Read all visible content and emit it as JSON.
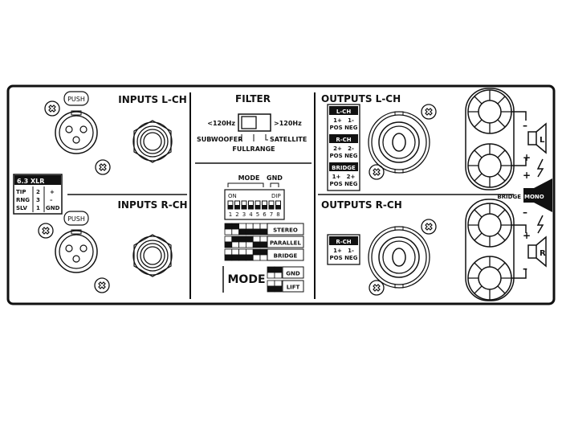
{
  "inputs": {
    "left_title": "INPUTS L-CH",
    "right_title": "INPUTS R-CH",
    "push_label": "PUSH",
    "pin_table": {
      "header": "6.3  XLR",
      "rows": [
        [
          "TIP",
          "2",
          "+"
        ],
        [
          "RNG",
          "3",
          "–"
        ],
        [
          "SLV",
          "1",
          "GND"
        ]
      ]
    }
  },
  "filter": {
    "title": "FILTER",
    "low": "<120Hz",
    "high": ">120Hz",
    "subwoofer": "SUBWOOFER",
    "fullrange": "FULLRANGE",
    "satellite": "SATELLITE"
  },
  "dip": {
    "mode_label": "MODE",
    "gnd_label": "GND",
    "on_label": "ON",
    "dip_label": "DIP",
    "numbers": [
      "1",
      "2",
      "3",
      "4",
      "5",
      "6",
      "7",
      "8"
    ],
    "modes": [
      {
        "label": "STEREO",
        "switches_up": [
          0,
          0,
          1,
          1,
          1,
          1
        ]
      },
      {
        "label": "PARALLEL",
        "switches_up": [
          1,
          0,
          0,
          0,
          1,
          1
        ]
      },
      {
        "label": "BRIDGE",
        "switches_up": [
          1,
          1,
          1,
          1,
          0,
          0
        ]
      }
    ],
    "mode_title": "MODE",
    "gnd_modes": [
      {
        "label": "GND",
        "switches_up": [
          0,
          0
        ]
      },
      {
        "label": "LIFT",
        "switches_up": [
          1,
          1
        ]
      }
    ]
  },
  "outputs": {
    "left_title": "OUTPUTS L-CH",
    "right_title": "OUTPUTS R-CH",
    "left_pins": [
      {
        "header": "L-CH",
        "row1": "1+   1-",
        "row2": "POS NEG"
      },
      {
        "header": "R-CH",
        "row1": "2+   2-",
        "row2": "POS NEG"
      },
      {
        "header": "BRIDGE",
        "row1": "1+   2+",
        "row2": "POS NEG"
      }
    ],
    "right_pins": [
      {
        "header": "R-CH",
        "row1": "1+   1-",
        "row2": "POS NEG"
      }
    ],
    "speaker_left": "L",
    "speaker_right": "R",
    "bridge": "BRIDGE",
    "mono": "MONO",
    "plus": "+",
    "minus": "–"
  }
}
